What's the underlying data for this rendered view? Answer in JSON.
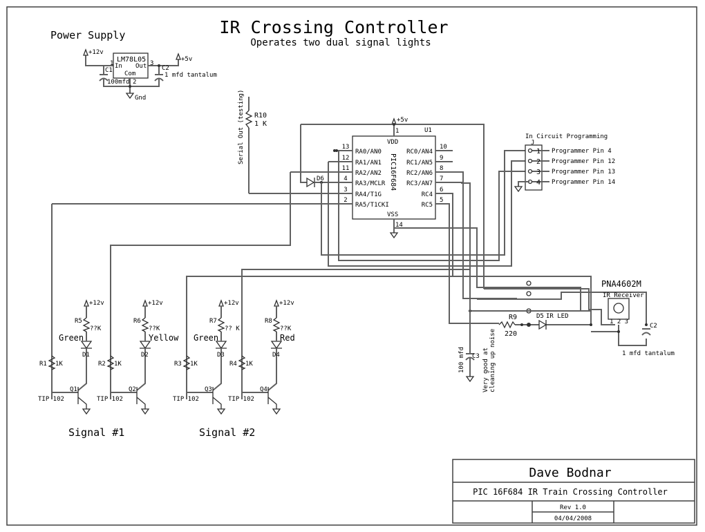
{
  "title": "IR Crossing Controller",
  "subtitle": "Operates two dual signal lights",
  "power_supply": {
    "heading": "Power Supply",
    "regulator": "LM78L05",
    "pin_in": "In",
    "pin_out": "Out",
    "pin_com": "Com",
    "pin1": "1",
    "pin2": "2",
    "pin3": "3",
    "vin": "+12v",
    "vout": "+5v",
    "c1": "C1",
    "c1_value": "100mfd",
    "c2": "C2",
    "c2_value": "1 mfd tantalum",
    "gnd": "Gnd"
  },
  "mcu": {
    "ref": "U1",
    "part": "PIC16F684",
    "vdd": "VDD",
    "vss": "VSS",
    "supply": "+5v",
    "pin_vdd": "1",
    "pin_vss": "14",
    "left_pins": [
      {
        "num": "13",
        "name": "RA0/AN0"
      },
      {
        "num": "12",
        "name": "RA1/AN1"
      },
      {
        "num": "11",
        "name": "RA2/AN2"
      },
      {
        "num": "4",
        "name": "RA3/MCLR"
      },
      {
        "num": "3",
        "name": "RA4/T1G"
      },
      {
        "num": "2",
        "name": "RA5/T1CKI"
      }
    ],
    "right_pins": [
      {
        "num": "10",
        "name": "RC0/AN4"
      },
      {
        "num": "9",
        "name": "RC1/AN5"
      },
      {
        "num": "8",
        "name": "RC2/AN6"
      },
      {
        "num": "7",
        "name": "RC3/AN7"
      },
      {
        "num": "6",
        "name": "RC4"
      },
      {
        "num": "5",
        "name": "RC5"
      }
    ]
  },
  "serial": {
    "label": "Serial Out (testing)",
    "ref": "R10",
    "value": "1  K"
  },
  "d6": "D6",
  "icp": {
    "heading": "In Circuit Programming",
    "ref": "J",
    "pins": [
      {
        "num": "1",
        "label": "Programmer Pin 4"
      },
      {
        "num": "2",
        "label": "Programmer Pin 12"
      },
      {
        "num": "3",
        "label": "Programmer Pin 13"
      },
      {
        "num": "4",
        "label": "Programmer Pin 14"
      }
    ]
  },
  "ir": {
    "part": "PNA4602M",
    "receiver": "IR Receiver",
    "pins": "1 2 3",
    "c2": "C2",
    "c2_value": "1 mfd tantalum",
    "r9": "R9",
    "r9_value": "220",
    "d5": "D5",
    "d5_label": "IR LED",
    "c3": "C3",
    "c3_value": "100 mfd",
    "note_line1": "Very good at",
    "note_line2": "cleaning up noise"
  },
  "signals": [
    {
      "heading": "Signal #1",
      "channels": [
        {
          "supply": "+12v",
          "r_led": "R5",
          "r_led_val": "??K",
          "color": "Green",
          "diode": "D1",
          "r_base": "R1",
          "r_base_val": "1K",
          "q": "Q1",
          "q_part": "TIP 102"
        },
        {
          "supply": "+12v",
          "r_led": "R6",
          "r_led_val": "??K",
          "color": "Yellow",
          "diode": "D2",
          "r_base": "R2",
          "r_base_val": "1K",
          "q": "Q2",
          "q_part": "TIP 102"
        }
      ]
    },
    {
      "heading": "Signal #2",
      "channels": [
        {
          "supply": "+12v",
          "r_led": "R7",
          "r_led_val": "?? K",
          "color": "Green",
          "diode": "D3",
          "r_base": "R3",
          "r_base_val": "1K",
          "q": "Q3",
          "q_part": "TIP 102"
        },
        {
          "supply": "+12v",
          "r_led": "R8",
          "r_led_val": "??K",
          "color": "Red",
          "diode": "D4",
          "r_base": "R4",
          "r_base_val": "1K",
          "q": "Q4",
          "q_part": "TIP 102"
        }
      ]
    }
  ],
  "title_block": {
    "author": "Dave Bodnar",
    "description": "PIC 16F684 IR Train Crossing Controller",
    "rev": "Rev 1.0",
    "date": "04/04/2008"
  }
}
